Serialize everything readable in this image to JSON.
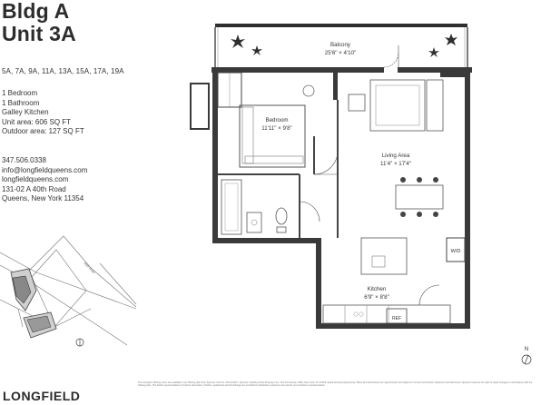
{
  "building": "Bldg A",
  "unit": "Unit 3A",
  "stacked_units": "5A, 7A, 9A, 11A, 13A, 15A, 17A, 19A",
  "specs": {
    "bedrooms": "1 Bedroom",
    "bathrooms": "1 Bathroom",
    "kitchen": "Galley Kitchen",
    "unit_area": "Unit area: 606 SQ FT",
    "outdoor_area": "Outdoor area: 127 SQ FT"
  },
  "contact": {
    "phone": "347.506.0338",
    "email": "info@longfieldqueens.com",
    "website": "longfieldqueens.com",
    "address1": "131-02 A 40th Road",
    "address2": "Queens, New York 11354"
  },
  "rooms": {
    "balcony_name": "Balcony",
    "balcony_dims": "25'6\" × 4'10\"",
    "bedroom_name": "Bedroom",
    "bedroom_dims": "11'11\" × 9'8\"",
    "living_name": "Living Area",
    "living_dims": "11'4\" × 17'4\"",
    "kitchen_name": "Kitchen",
    "kitchen_dims": "6'9\" × 8'8\"",
    "wd_label": "W/D",
    "ref_label": "REF"
  },
  "site_map": {
    "street_label": "40th Road"
  },
  "compass_label": "N",
  "disclaimer": "The complete offering terms are available in an offering plan from Sponsor. File No. CD 22-0017. Sponsor: Flushing Point Property LLC, 131 7th Avenue, #326, New York, NY 10018. Equal Housing Opportunity. Plans and dimensions are approximate and subject to normal construction variances and tolerances. Sponsor reserves the right to make changes in accordance with the offering plan. The artist's representations of interior decoration, finishes, appliances and furnishings are provided for illustrative purposes only and do not constitute a representation.",
  "brand": "LONGFIELD"
}
